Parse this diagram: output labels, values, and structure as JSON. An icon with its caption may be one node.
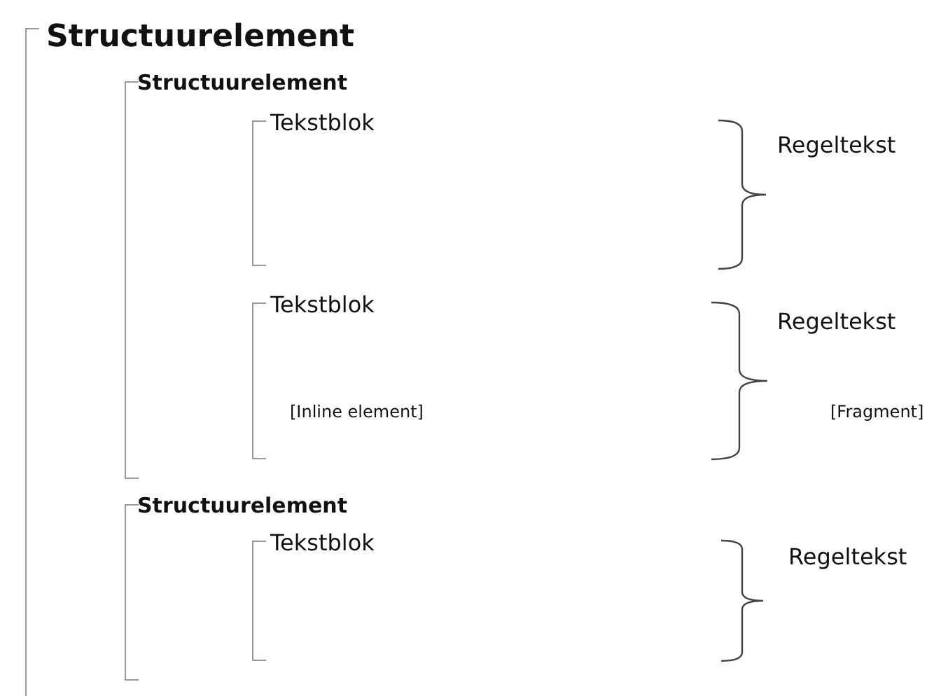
{
  "diagram": {
    "nodes": [
      {
        "text": [
          "Structuurelement"
        ]
      },
      {
        "text": [
          "Structuurelement"
        ],
        "in": 0
      },
      {
        "text": [
          "Tekstblok"
        ],
        "in": 1,
        "beside": [
          "Regeltekst"
        ]
      },
      {
        "text": [
          "Tekstblok",
          "[Inline element]"
        ],
        "in": 1,
        "beside": [
          "Regeltekst",
          "[Fragment]"
        ]
      },
      {
        "text": [
          "Structuurelement"
        ],
        "in": 0
      },
      {
        "text": [
          "Tekstblok"
        ],
        "in": 4,
        "beside": [
          "Regeltekst"
        ]
      }
    ],
    "edges": []
  }
}
